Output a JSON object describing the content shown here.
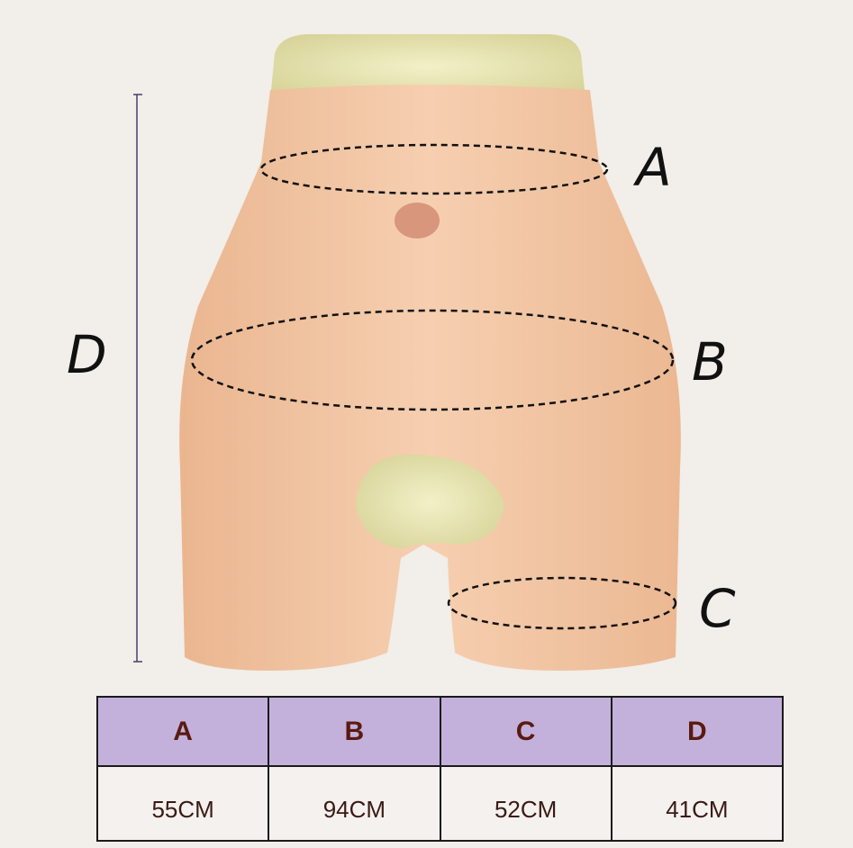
{
  "diagram": {
    "labels": {
      "a": "A",
      "b": "B",
      "c": "C",
      "d": "D"
    }
  },
  "size_table": {
    "headers": [
      "A",
      "B",
      "C",
      "D"
    ],
    "values": [
      "55CM",
      "94CM",
      "52CM",
      "41CM"
    ],
    "header_color": "#c3b1dc",
    "text_color": "#5a1a10"
  }
}
